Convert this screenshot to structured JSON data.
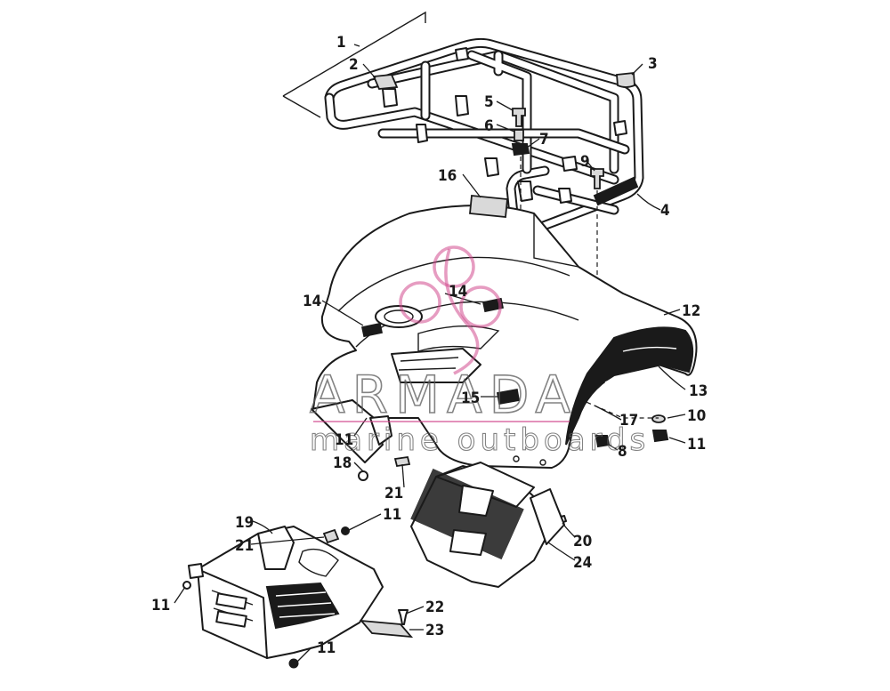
{
  "watermark": {
    "brand": "ARMADA",
    "tagline": "marine outboards",
    "accent_color": "#d24b8e"
  },
  "callouts": {
    "c1": "1",
    "c2": "2",
    "c3": "3",
    "c4": "4",
    "c5": "5",
    "c6": "6",
    "c7": "7",
    "c8": "8",
    "c9": "9",
    "c10": "10",
    "c11a": "11",
    "c11b": "11",
    "c11c": "11",
    "c11d": "11",
    "c11e": "11",
    "c12": "12",
    "c13": "13",
    "c14a": "14",
    "c14b": "14",
    "c15": "15",
    "c16": "16",
    "c17": "17",
    "c18": "18",
    "c19": "19",
    "c20": "20",
    "c21a": "21",
    "c21b": "21",
    "c22": "22",
    "c23": "23",
    "c24": "24"
  }
}
